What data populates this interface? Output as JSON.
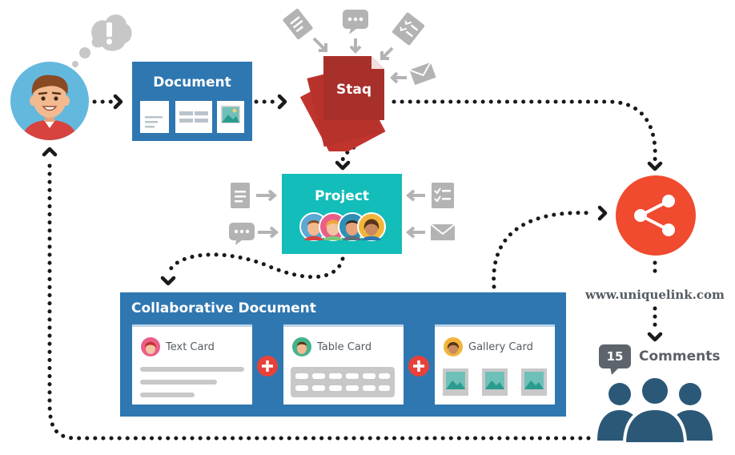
{
  "document": {
    "title": "Document"
  },
  "staq": {
    "title": "Staq"
  },
  "project": {
    "title": "Project"
  },
  "collab": {
    "title": "Collaborative Document",
    "cards": [
      {
        "label": "Text Card"
      },
      {
        "label": "Table Card"
      },
      {
        "label": "Gallery Card"
      }
    ]
  },
  "share": {
    "url": "www.uniquelink.com"
  },
  "comments": {
    "count": "15",
    "label": "Comments"
  },
  "colors": {
    "document_blue": "#2f77b1",
    "project_teal": "#13bdb9",
    "staq_red": "#a8302b",
    "share_red": "#f04a2f",
    "people_navy": "#2b5877",
    "plus_red": "#e8413a",
    "flow_dots": "#1a1a1a",
    "input_icons_gray": "#b3b3b3"
  }
}
